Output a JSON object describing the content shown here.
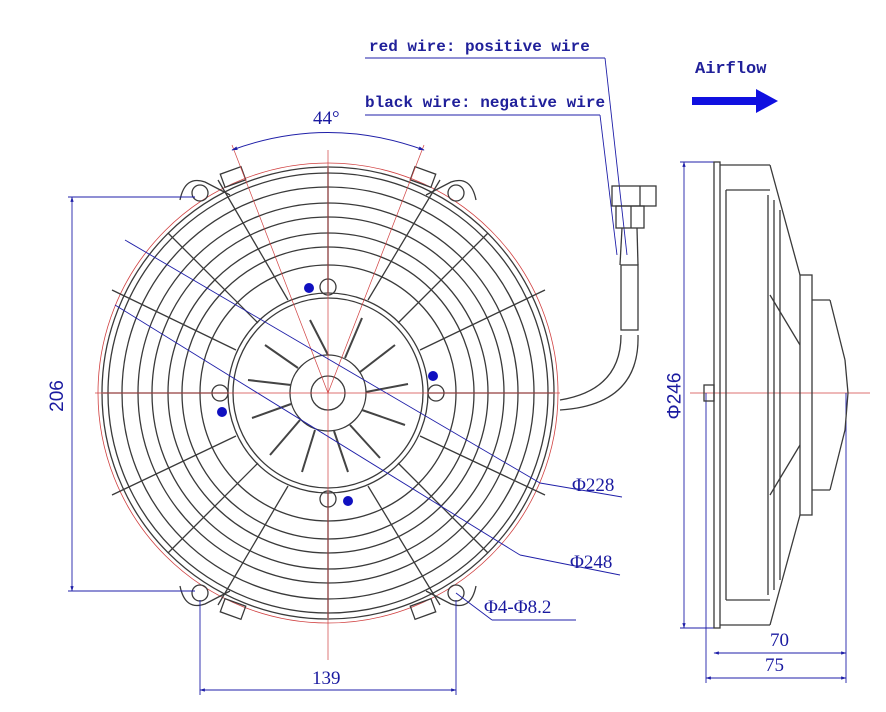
{
  "annotations": {
    "red_wire": "red wire: positive wire",
    "black_wire": "black wire: negative wire",
    "airflow": "Airflow",
    "angle": "44°"
  },
  "dimensions": {
    "height_mounting": "206",
    "width_mounting": "139",
    "blade_diameter": "Φ228",
    "shroud_diameter": "Φ248",
    "mount_holes": "Φ4-Φ8.2",
    "side_diameter": "Φ246",
    "depth_motor": "70",
    "depth_total": "75"
  },
  "icons": {
    "airflow_arrow": "right-arrow"
  },
  "colors": {
    "line": "#3a3a3a",
    "dimension": "#1f1fa8",
    "centerline": "#d04040",
    "arrow": "#1010e0"
  }
}
